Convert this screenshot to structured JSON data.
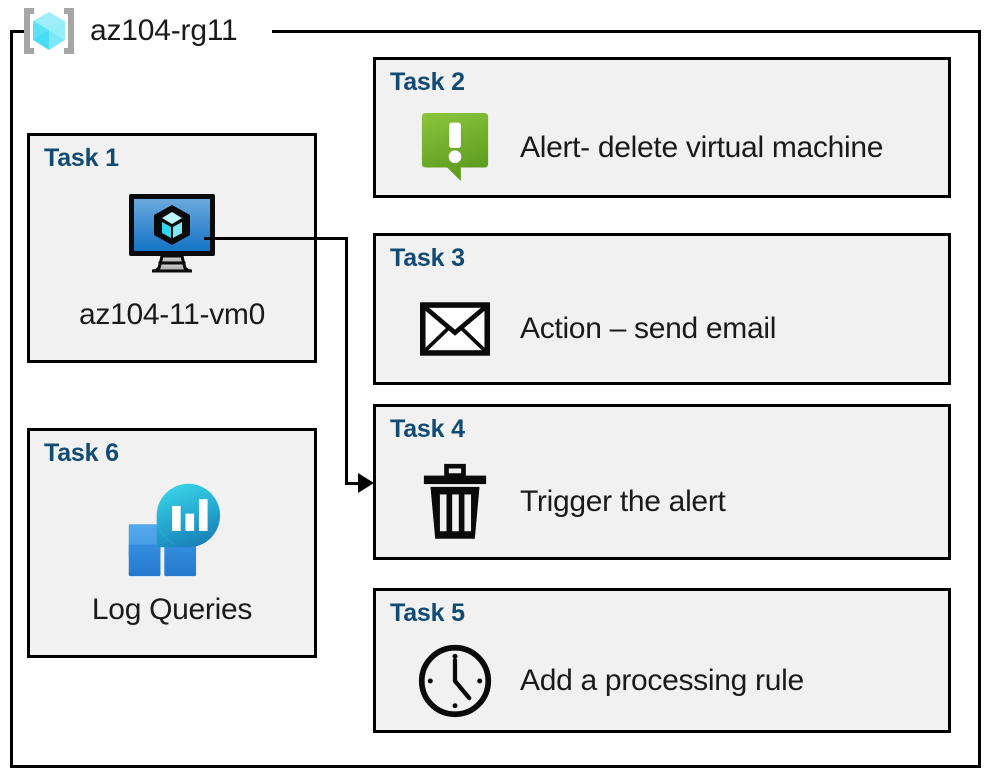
{
  "resource_group": {
    "name": "az104-rg11",
    "icon": "resource-group-cube-icon"
  },
  "colors": {
    "task_label": "#114a73",
    "box_fill": "#f1f1f1",
    "box_border": "#000000",
    "alert_green_light": "#7ac143",
    "alert_green_dark": "#5f9e22",
    "vm_screen_blue_light": "#5b9bd5",
    "vm_screen_blue_dark": "#1573c6",
    "log_square_light": "#4aa3e8",
    "log_square_dark": "#2b84d8",
    "log_circle_top": "#31cce0",
    "log_circle_bottom": "#1a82b8",
    "rg_cube_light": "#b9f0fb",
    "rg_cube_mid": "#56e0f5",
    "rg_bracket": "#a6a6a6"
  },
  "tasks": [
    {
      "id": "task1",
      "label": "Task 1",
      "caption": "az104-11-vm0",
      "icon": "virtual-machine-icon",
      "layout": "left"
    },
    {
      "id": "task2",
      "label": "Task 2",
      "caption": "Alert- delete virtual machine",
      "icon": "alert-exclamation-bubble-icon",
      "layout": "right"
    },
    {
      "id": "task3",
      "label": "Task 3",
      "caption": "Action – send email",
      "icon": "envelope-icon",
      "layout": "right"
    },
    {
      "id": "task4",
      "label": "Task 4",
      "caption": "Trigger the alert",
      "icon": "trash-can-icon",
      "layout": "right"
    },
    {
      "id": "task5",
      "label": "Task 5",
      "caption": "Add a processing rule",
      "icon": "clock-icon",
      "layout": "right"
    },
    {
      "id": "task6",
      "label": "Task 6",
      "caption": "Log Queries",
      "icon": "log-analytics-icon",
      "layout": "left"
    }
  ],
  "connector": {
    "from": "task1",
    "to": "task4",
    "style": "elbow-arrow"
  }
}
